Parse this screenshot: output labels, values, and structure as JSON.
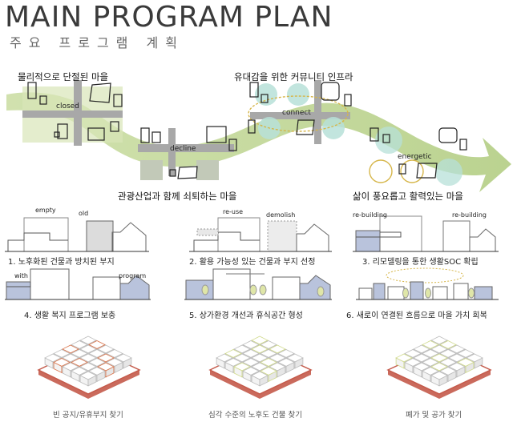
{
  "header": {
    "title": "MAIN PROGRAM PLAN",
    "subtitle": "주요 프로그램 계획"
  },
  "flow": {
    "stage1": {
      "heading": "물리적으로 단절된 마을",
      "tag": "closed"
    },
    "stage2": {
      "heading": "관광산업과 함께 쇠퇴하는 마을",
      "tag": "decline"
    },
    "stage3": {
      "heading": "유대감을 위한 커뮤니티 인프라",
      "tag": "connect"
    },
    "stage4": {
      "heading": "삶이 풍요롭고 활력있는 마을",
      "tag": "energetic"
    }
  },
  "steps": [
    {
      "caption": "1. 노후화된 건물과 방치된 부지",
      "tags": [
        "empty",
        "old"
      ]
    },
    {
      "caption": "2. 활용 가능성 있는 건물과 부지 선정",
      "tags": [
        "re-use",
        "demolish"
      ]
    },
    {
      "caption": "3. 리모델링을 통한 생활SOC 확립",
      "tags": [
        "re-building",
        "re-building"
      ]
    },
    {
      "caption": "4. 생활 복지 프로그램 보충",
      "tags": [
        "with",
        "program"
      ]
    },
    {
      "caption": "5. 상가환경 개선과 휴식공간 형성",
      "tags": []
    },
    {
      "caption": "6. 새로이 연결된 흐름으로 마을 가치 회복",
      "tags": []
    }
  ],
  "blocks": [
    {
      "caption": "빈 공지/유휴부지 찾기"
    },
    {
      "caption": "심각 수준의 노후도 건물 찾기"
    },
    {
      "caption": "폐가 및 공가 찾기"
    }
  ],
  "colors": {
    "arrow_green": "#c9dca0",
    "highlight_green": "#a9cf8a",
    "teal_circle": "#b7e0d8",
    "road_gray": "#a8a8a8",
    "building_blue": "#b9c3dc",
    "block_orange": "#d9734a",
    "block_yellow": "#cfd98a",
    "base_red": "#c45a4a"
  }
}
